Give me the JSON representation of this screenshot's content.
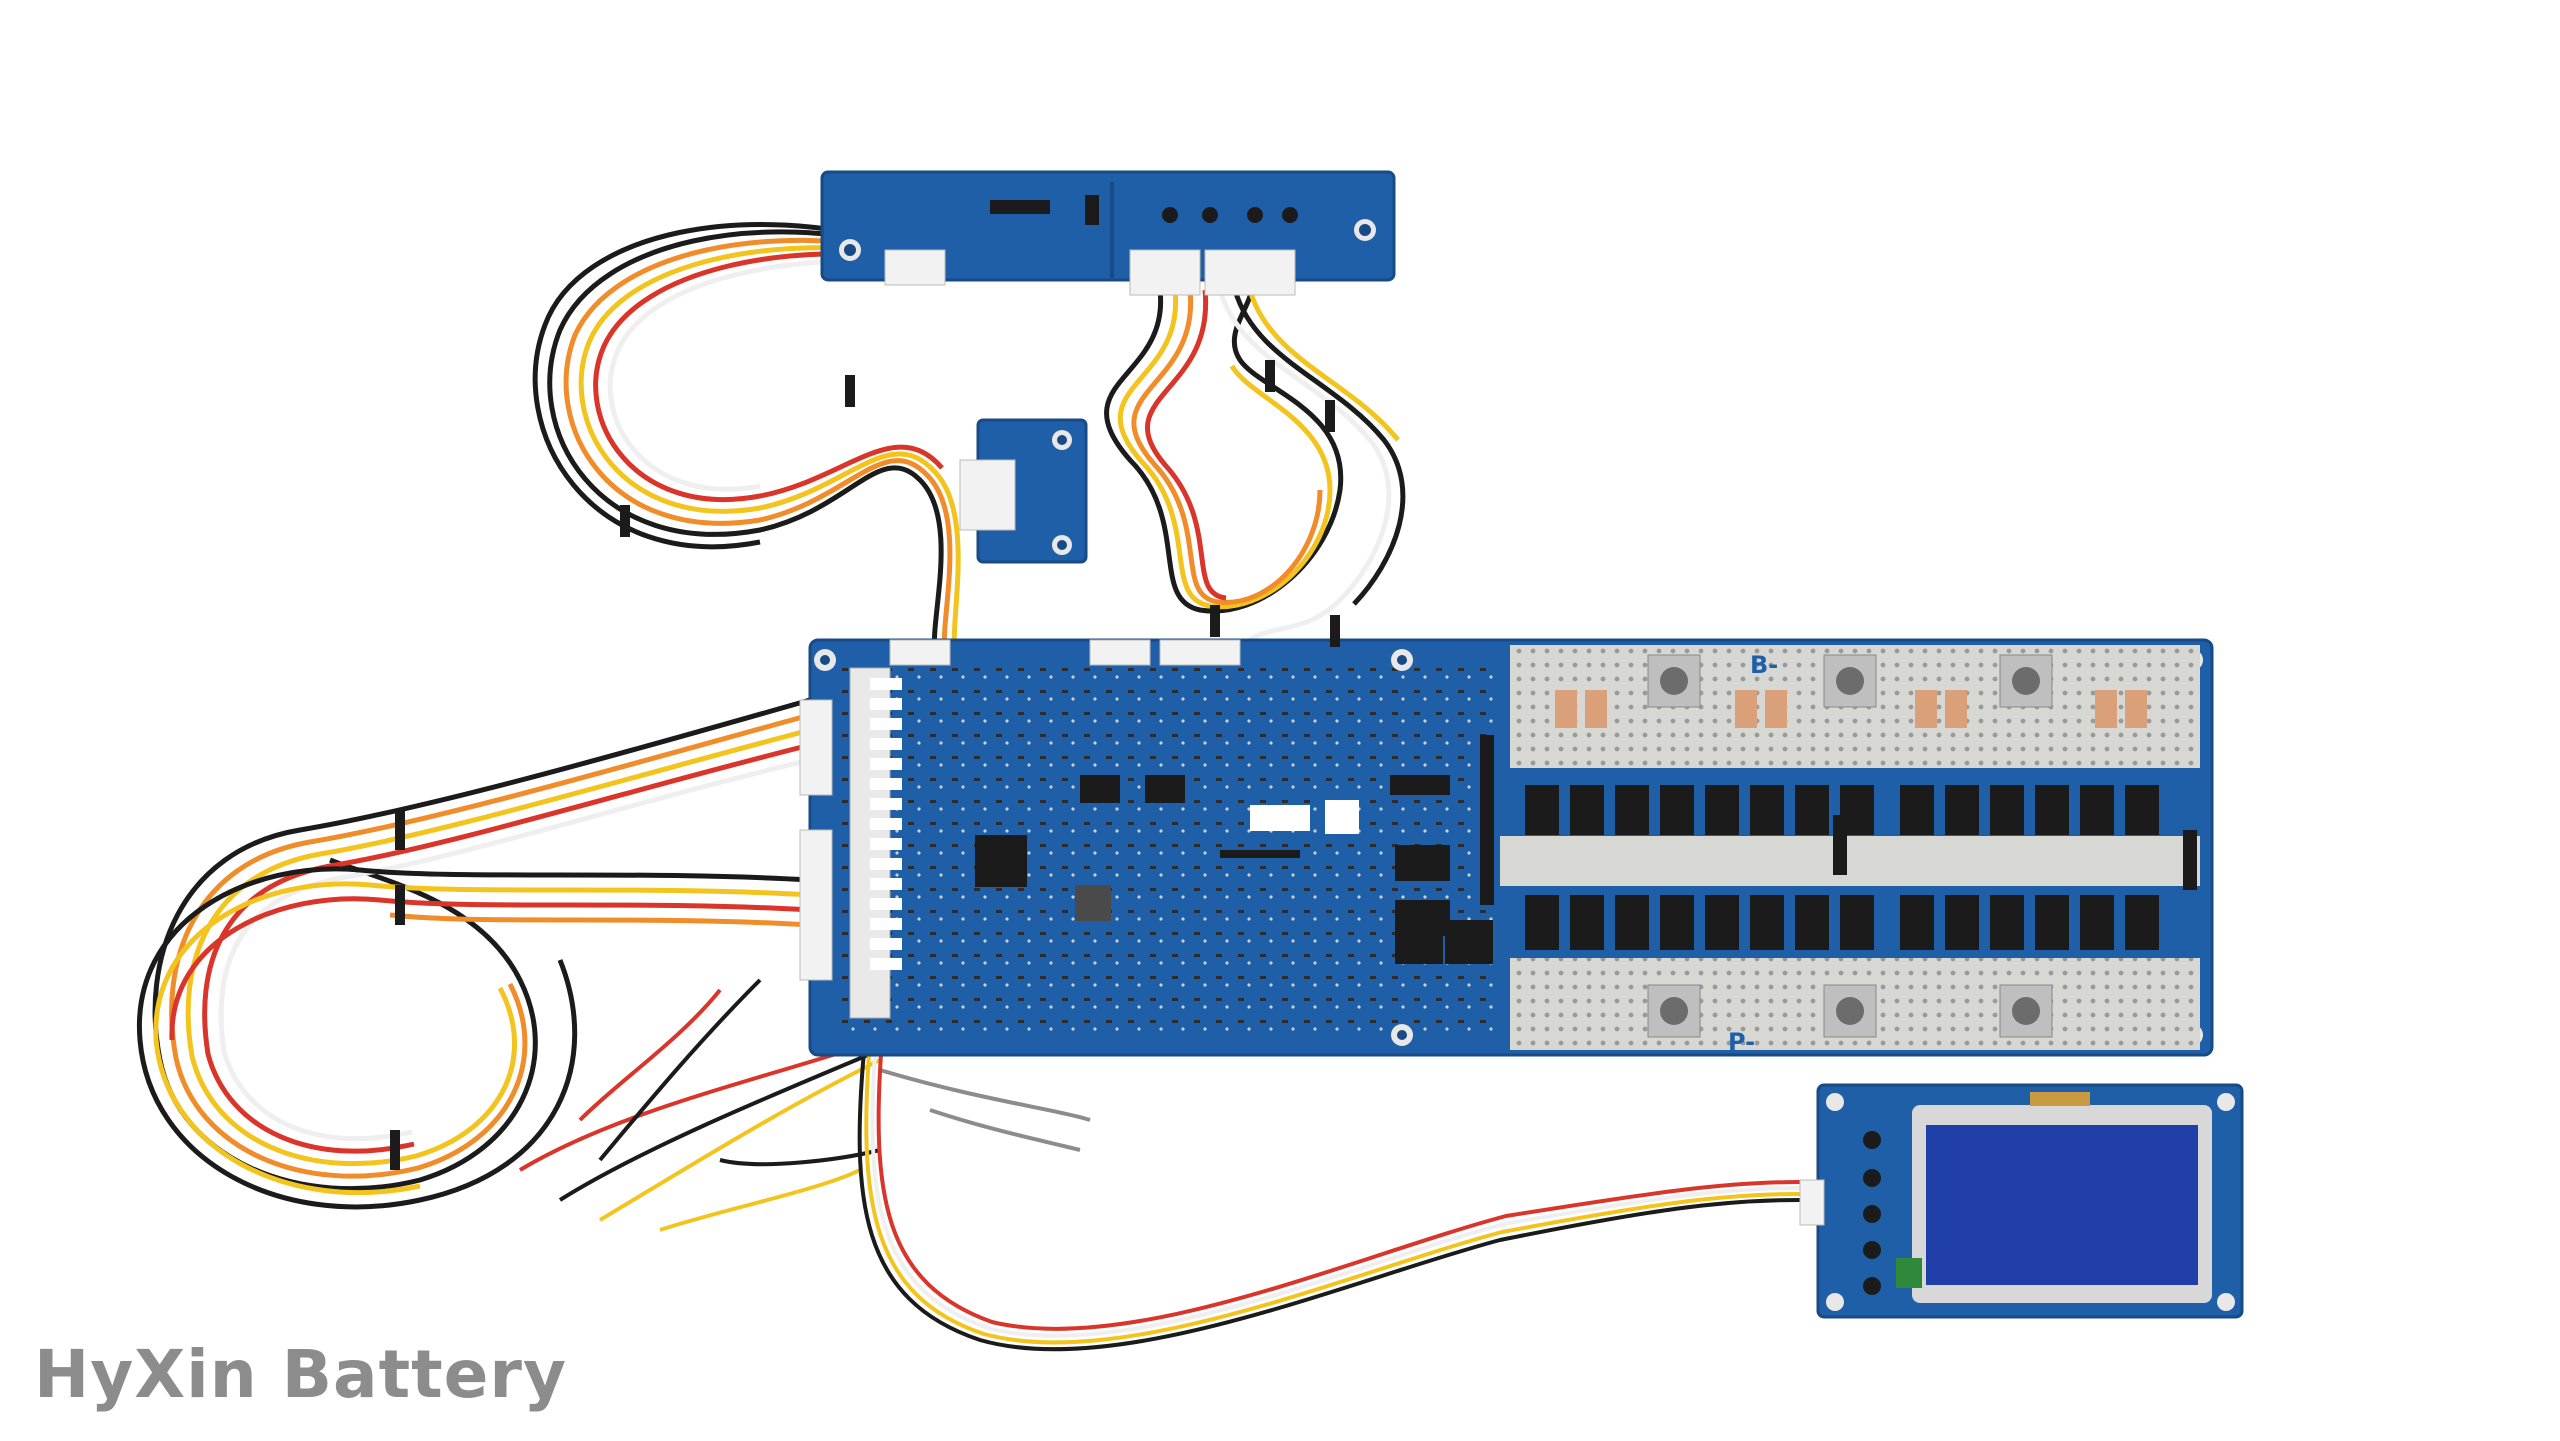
{
  "watermark": {
    "text": "HyXin Battery"
  },
  "board_labels": {
    "b_minus": "B-",
    "p_minus": "P-"
  },
  "colors": {
    "pcb_blue": "#1f5fa8",
    "pcb_dark": "#174a86",
    "heatsink": "#d9d9d6",
    "lcd_blue": "#1f3ea8",
    "wire_red": "#d9352a",
    "wire_orange": "#f08c2a",
    "wire_yellow": "#f2c41d",
    "wire_black": "#1b1b1b",
    "wire_white": "#efefef"
  }
}
